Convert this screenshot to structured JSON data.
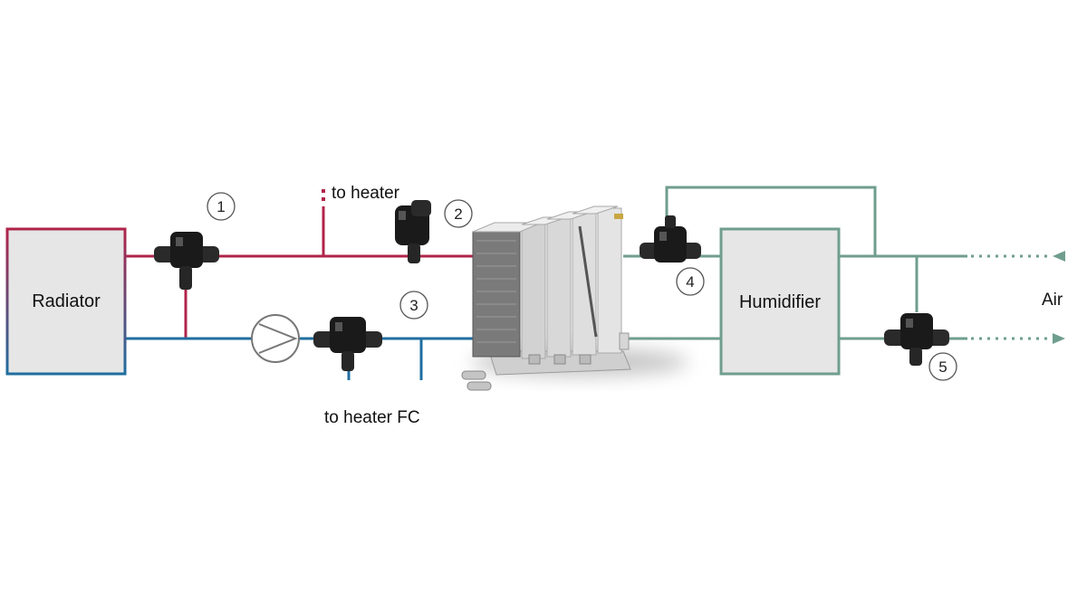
{
  "labels": {
    "radiator": "Radiator",
    "humidifier": "Humidifier",
    "to_heater": "to heater",
    "to_heater_fc": "to heater FC",
    "air": "Air"
  },
  "valves": [
    {
      "number": "1"
    },
    {
      "number": "2"
    },
    {
      "number": "3"
    },
    {
      "number": "4"
    },
    {
      "number": "5"
    }
  ],
  "icons": {
    "valve": "valve-actuator-icon",
    "pump": "pump-icon",
    "fuel_cell": "fuel-cell-stack-icon"
  },
  "colors": {
    "hot_line": "#b0244a",
    "cold_line": "#1f6ea0",
    "air_line": "#6f9e8e",
    "box_fill": "#e6e6e6"
  }
}
